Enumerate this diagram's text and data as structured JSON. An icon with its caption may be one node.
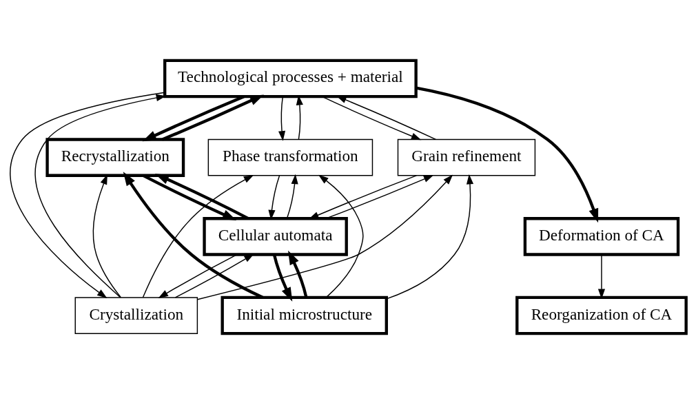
{
  "diagram": {
    "nodes": [
      {
        "text": [
          "Technological processes + material"
        ]
      },
      {
        "text": [
          "Recrystallization"
        ]
      },
      {
        "text": [
          "Phase transformation"
        ]
      },
      {
        "text": [
          "Grain refinement"
        ]
      },
      {
        "text": [
          "Crystallization"
        ]
      },
      {
        "text": [
          "Initial microstructure"
        ]
      },
      {
        "text": [
          "Cellular automata"
        ]
      },
      {
        "text": [
          "Deformation of CA"
        ]
      },
      {
        "text": [
          "Reorganization of CA"
        ]
      }
    ],
    "edges": [
      {
        "from": 1,
        "to": 0,
        "arrow": "to",
        "style": "thick"
      },
      {
        "from": 0,
        "to": 1,
        "arrow": "to",
        "style": "thick"
      },
      {
        "from": 4,
        "to": 0,
        "arrow": "to"
      },
      {
        "from": 0,
        "to": 4,
        "arrow": "to"
      },
      {
        "from": 2,
        "to": 0,
        "arrow": "to"
      },
      {
        "from": 0,
        "to": 2,
        "arrow": "to"
      },
      {
        "from": 3,
        "to": 0,
        "arrow": "to"
      },
      {
        "from": 0,
        "to": 3,
        "arrow": "to"
      },
      {
        "from": 0,
        "to": 7,
        "arrow": "to",
        "style": "thick"
      },
      {
        "from": 6,
        "to": 1,
        "arrow": "to",
        "style": "thick"
      },
      {
        "from": 1,
        "to": 6,
        "arrow": "to",
        "style": "thick"
      },
      {
        "from": 4,
        "to": 1,
        "arrow": "to"
      },
      {
        "from": 5,
        "to": 1,
        "arrow": "to",
        "style": "thick"
      },
      {
        "from": 4,
        "to": 2,
        "arrow": "to"
      },
      {
        "from": 4,
        "to": 3,
        "arrow": "to"
      },
      {
        "from": 5,
        "to": 2,
        "arrow": "to"
      },
      {
        "from": 5,
        "to": 3,
        "arrow": "to"
      },
      {
        "from": 6,
        "to": 4,
        "arrow": "to"
      },
      {
        "from": 4,
        "to": 6,
        "arrow": "to"
      },
      {
        "from": 6,
        "to": 2,
        "arrow": "to"
      },
      {
        "from": 2,
        "to": 6,
        "arrow": "to"
      },
      {
        "from": 6,
        "to": 5,
        "arrow": "to",
        "style": "thick"
      },
      {
        "from": 5,
        "to": 6,
        "arrow": "to",
        "style": "thick"
      },
      {
        "from": 6,
        "to": 3,
        "arrow": "to"
      },
      {
        "from": 3,
        "to": 6,
        "arrow": "to"
      },
      {
        "from": 7,
        "to": 8,
        "arrow": "to"
      }
    ]
  }
}
